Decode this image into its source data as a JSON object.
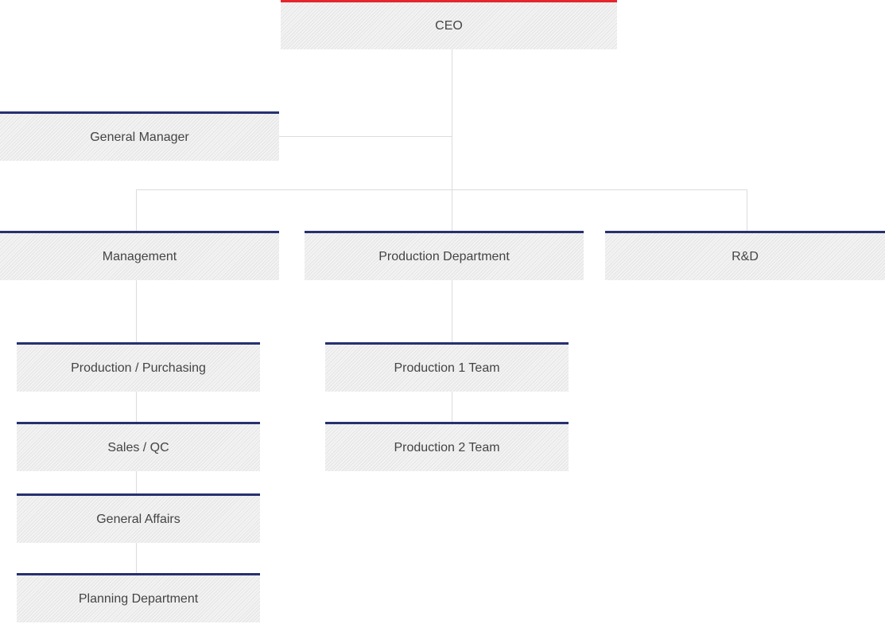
{
  "org": {
    "ceo": "CEO",
    "general_manager": "General Manager",
    "management": "Management",
    "production_department": "Production Department",
    "rnd": "R&D",
    "production_purchasing": "Production / Purchasing",
    "sales_qc": "Sales / QC",
    "general_affairs": "General Affairs",
    "planning_department": "Planning Department",
    "production_1_team": "Production 1 Team",
    "production_2_team": "Production 2 Team"
  },
  "colors": {
    "ceo_accent": "#e5262e",
    "node_accent": "#27306f",
    "connector": "#dcdcdc",
    "text": "#444444"
  }
}
